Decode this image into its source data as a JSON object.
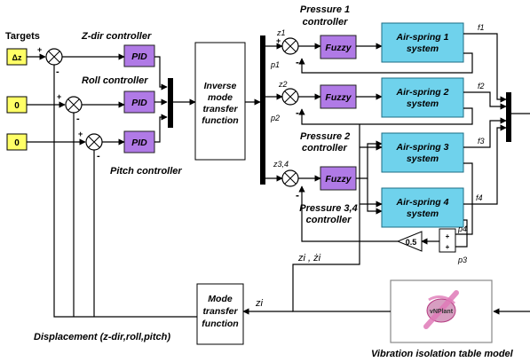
{
  "labels": {
    "targets": "Targets",
    "zdir_controller": "Z-dir controller",
    "roll_controller": "Roll  controller",
    "pitch_controller": "Pitch controller",
    "pressure1_controller_l1": "Pressure 1",
    "pressure1_controller_l2": "controller",
    "pressure2_controller_l1": "Pressure 2",
    "pressure2_controller_l2": "controller",
    "pressure34_controller_l1": "Pressure 3,4",
    "pressure34_controller_l2": "controller",
    "displacement": "Displacement (z-dir,roll,pitch)",
    "vibration_model": "Vibration isolation table model"
  },
  "inputs": {
    "target1": "Δz",
    "target2": "0",
    "target3": "0"
  },
  "blocks": {
    "pid": "PID",
    "fuzzy": "Fuzzy",
    "inverse_l1": "Inverse",
    "inverse_l2": "mode",
    "inverse_l3": "transfer",
    "inverse_l4": "function",
    "mode_l1": "Mode",
    "mode_l2": "transfer",
    "mode_l3": "function",
    "air1_l1": "Air-spring 1",
    "air1_l2": "system",
    "air2_l1": "Air-spring 2",
    "air2_l2": "system",
    "air3_l1": "Air-spring 3",
    "air3_l2": "system",
    "air4_l1": "Air-spring 4",
    "air4_l2": "system",
    "gain": "0.5",
    "plant": "vNPlant"
  },
  "signals": {
    "z1": "z1",
    "z2": "z2",
    "z34": "z3,4",
    "p1": "p1",
    "p2": "p2",
    "p3": "p3",
    "p4": "p4",
    "f1": "f1",
    "f2": "f2",
    "f3": "f3",
    "f4": "f4",
    "zi_dot": "zi , żi",
    "zi": "zi"
  },
  "signs": {
    "plus": "+",
    "minus": "-"
  }
}
